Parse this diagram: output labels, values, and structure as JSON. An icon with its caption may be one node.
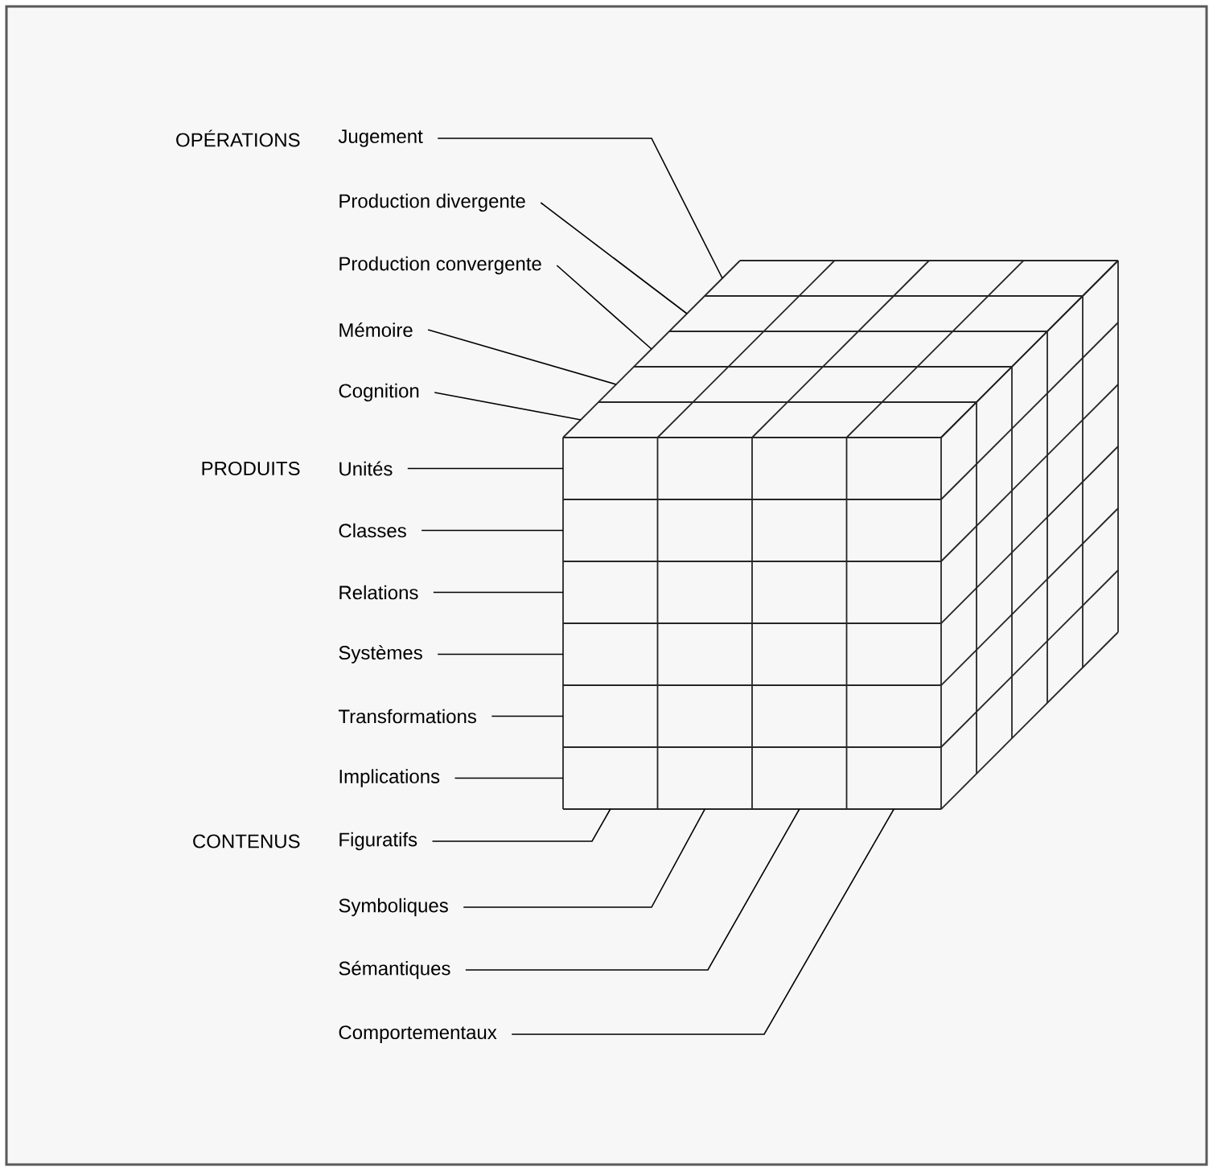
{
  "diagram": {
    "nodes": [
      {
        "text": [
          "Jugement"
        ]
      },
      {
        "text": [
          "Production divergente"
        ]
      },
      {
        "text": [
          "Production convergente"
        ]
      },
      {
        "text": [
          "Mémoire"
        ]
      },
      {
        "text": [
          "Cognition"
        ]
      },
      {
        "text": [
          "Unités"
        ]
      },
      {
        "text": [
          "Classes"
        ]
      },
      {
        "text": [
          "Relations"
        ]
      },
      {
        "text": [
          "Systèmes"
        ]
      },
      {
        "text": [
          "Transformations"
        ]
      },
      {
        "text": [
          "Implications"
        ]
      },
      {
        "text": [
          "Figuratifs"
        ]
      },
      {
        "text": [
          "Symboliques"
        ]
      },
      {
        "text": [
          "Sémantiques"
        ]
      },
      {
        "text": [
          "Comportementaux"
        ]
      }
    ],
    "edges": [
      {
        "from": 0,
        "to": null,
        "arrow": "none"
      },
      {
        "from": 1,
        "to": null,
        "arrow": "none"
      },
      {
        "from": 2,
        "to": null,
        "arrow": "none"
      },
      {
        "from": 3,
        "to": null,
        "arrow": "none"
      },
      {
        "from": 4,
        "to": null,
        "arrow": "none"
      },
      {
        "from": 5,
        "to": null,
        "arrow": "none"
      },
      {
        "from": 6,
        "to": null,
        "arrow": "none"
      },
      {
        "from": 7,
        "to": null,
        "arrow": "none"
      },
      {
        "from": 8,
        "to": null,
        "arrow": "none"
      },
      {
        "from": 9,
        "to": null,
        "arrow": "none"
      },
      {
        "from": 10,
        "to": null,
        "arrow": "none"
      },
      {
        "from": 11,
        "to": null,
        "arrow": "none"
      },
      {
        "from": 12,
        "to": null,
        "arrow": "none"
      },
      {
        "from": 13,
        "to": null,
        "arrow": "none"
      },
      {
        "from": 14,
        "to": null,
        "arrow": "none"
      }
    ],
    "labels": [
      "OPÉRATIONS",
      "PRODUITS",
      "CONTENUS"
    ]
  }
}
